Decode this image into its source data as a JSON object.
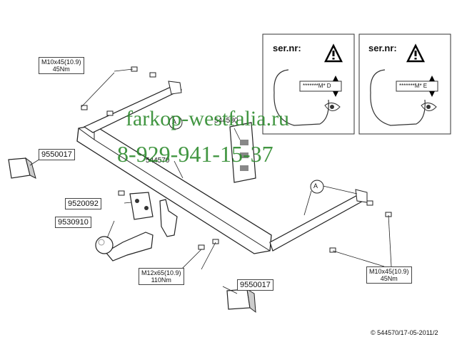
{
  "labels": {
    "bolt_top": {
      "line1": "M10x45(10.9)",
      "line2": "45Nm"
    },
    "bolt_bottom_mid": {
      "line1": "M12x65(10.9)",
      "line2": "110Nm"
    },
    "bolt_bottom_right": {
      "line1": "M10x45(10.9)",
      "line2": "45Nm"
    }
  },
  "parts": {
    "p1": "9550017",
    "p2": "9520092",
    "p3": "9530910",
    "p4": "9550017",
    "p5": "544580",
    "p6": "544570"
  },
  "markers": {
    "a1": "A",
    "a2": "A"
  },
  "watermark": {
    "site": "farkop-westfalia.ru",
    "phone": "8-929-941-15-37"
  },
  "info_panels": [
    {
      "title": "ser.nr:",
      "code": "*******M* D"
    },
    {
      "title": "ser.nr:",
      "code": "*******M* E"
    }
  ],
  "copyright": "© 544570/17-05-2011/2"
}
